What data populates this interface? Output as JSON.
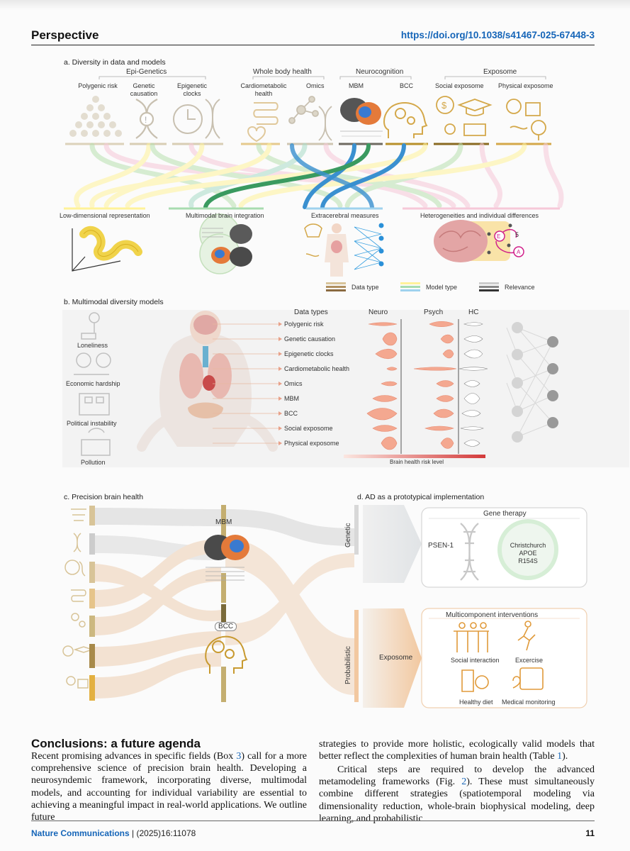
{
  "header": {
    "section": "Perspective",
    "doi": "https://doi.org/10.1038/s41467-025-67448-3"
  },
  "panel_a": {
    "title": "a. Diversity in data and models",
    "groups": [
      "Epi-Genetics",
      "Whole body health",
      "Neurocognition",
      "Exposome"
    ],
    "items": [
      "Polygenic risk",
      "Genetic causation",
      "Epigenetic clocks",
      "Cardiometabolic health",
      "Omics",
      "MBM",
      "BCC",
      "Social exposome",
      "Physical exposome"
    ],
    "outputs": [
      "Low-dimensional representation",
      "Multimodal brain integration",
      "Extracerebral measures",
      "Heterogeneities and individual differences"
    ],
    "legend": [
      "Data type",
      "Model type",
      "Relevance"
    ],
    "node_e": "E",
    "node_a": "A",
    "node_num": "5"
  },
  "panel_b": {
    "title": "b. Multimodal diversity models",
    "left_labels": [
      "Loneliness",
      "Economic hardship",
      "Political instability",
      "Pollution"
    ],
    "col_headers": [
      "Data types",
      "Neuro",
      "Psych",
      "HC"
    ],
    "rows": [
      "Polygenic risk",
      "Genetic causation",
      "Epigenetic clocks",
      "Cardiometabolic health",
      "Omics",
      "MBM",
      "BCC",
      "Social exposome",
      "Physical exposome"
    ],
    "risk_label": "Brain health risk level"
  },
  "panel_c": {
    "title": "c. Precision brain health",
    "mbm": "MBM",
    "bcc": "BCC"
  },
  "panel_d": {
    "title": "d. AD as a prototypical implementation",
    "genetic": "Genetic",
    "probabilistic": "Probabilistic",
    "gene_therapy": "Gene therapy",
    "psen": "PSEN-1",
    "christchurch_1": "Christchurch",
    "christchurch_2": "APOE",
    "christchurch_3": "R154S",
    "exposome": "Exposome",
    "multicomponent": "Multicomponent interventions",
    "interventions": [
      "Social interaction",
      "Excercise",
      "Healthy diet",
      "Medical monitoring"
    ]
  },
  "body": {
    "heading": "Conclusions: a future agenda",
    "left_col": [
      "Recent promising advances in specific fields (Box ",
      "3",
      ") call for a more comprehensive science of precision brain health. Developing a neurosyndemic framework, incorporating diverse, multimodal models, and accounting for individual variability are essential to achieving a meaningful impact in real-world applications. We outline future"
    ],
    "right_p1": [
      "strategies to provide more holistic, ecologically valid models that better reflect the complexities of human brain health (Table ",
      "1",
      ")."
    ],
    "right_p2": [
      "Critical steps are required to develop the advanced metamodeling frameworks (Fig. ",
      "2",
      "). These must simultaneously combine different strategies (spatiotemporal modeling via dimensionality reduction, whole-brain biophysical modeling, deep learning, and probabilistic"
    ]
  },
  "footer": {
    "journal": "Nature Communications",
    "citation": " | (2025)16:11078",
    "page": "11"
  },
  "colors": {
    "accent_blue": "#1565b8",
    "tan": "#c8b482",
    "peach": "#f3c9a6",
    "brain_pink": "#d9a0a0",
    "magenta": "#d0208a"
  }
}
